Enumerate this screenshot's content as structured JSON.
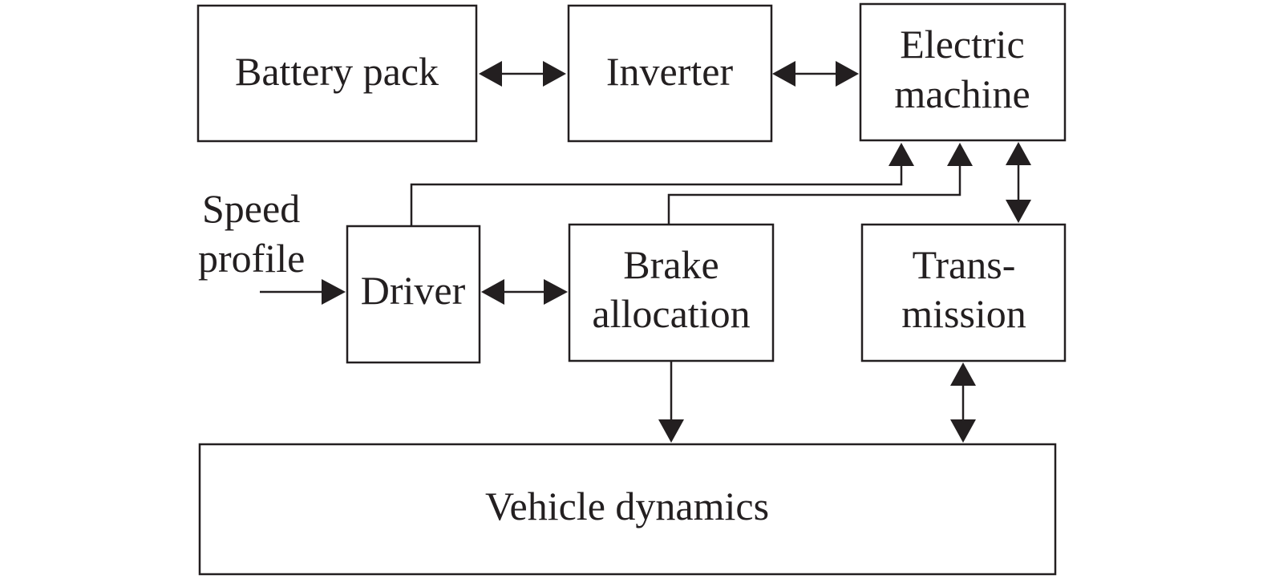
{
  "diagram": {
    "blocks": {
      "battery_pack": "Battery pack",
      "inverter": "Inverter",
      "electric_machine": [
        "Electric",
        "machine"
      ],
      "driver": "Driver",
      "brake_allocation": [
        "Brake",
        "allocation"
      ],
      "transmission": [
        "Trans-",
        "mission"
      ],
      "vehicle_dynamics": "Vehicle dynamics"
    },
    "input_label": [
      "Speed",
      "profile"
    ]
  }
}
